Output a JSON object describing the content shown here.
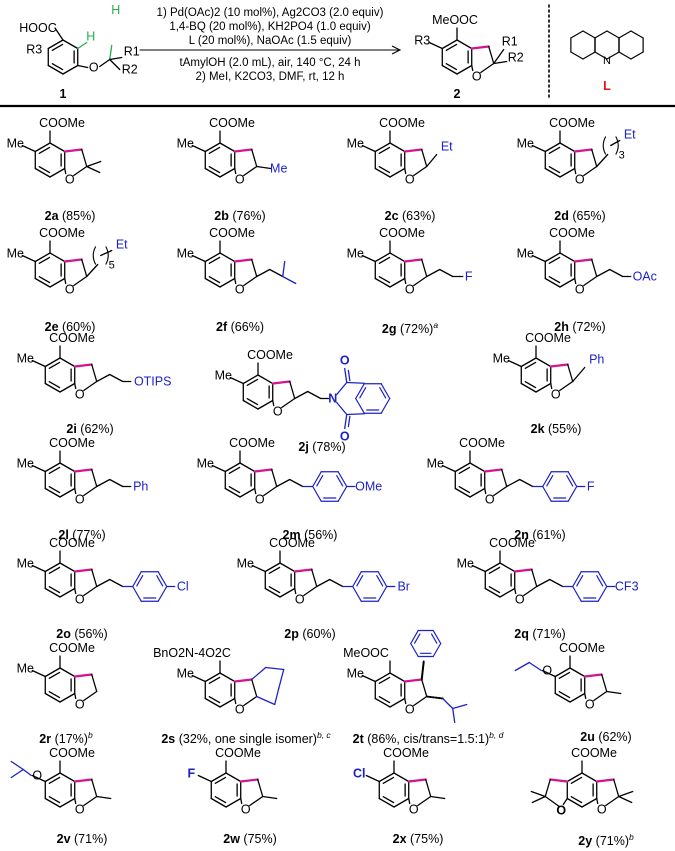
{
  "scheme": {
    "substrate": {
      "groups": [
        "HOOC",
        "H",
        "H",
        "R3",
        "R1",
        "R2",
        "O"
      ],
      "number": "1"
    },
    "product": {
      "groups": [
        "MeOOC",
        "R1",
        "R2",
        "R3",
        "O"
      ],
      "number": "2"
    },
    "ligand": {
      "label": "L",
      "atom": "N"
    },
    "conditions": [
      "1) Pd(OAc)2 (10 mol%), Ag2CO3 (2.0 equiv)",
      "1,4-BQ (20 mol%), KH2PO4 (1.0 equiv)",
      "L (20 mol%), NaOAc (1.5 equiv)",
      "tAmylOH (2.0 mL), air, 140 °C, 24 h",
      "2) MeI, K2CO3, DMF, rt, 12 h"
    ]
  },
  "compounds": [
    {
      "id": "2a",
      "result": "(85%)",
      "note": ""
    },
    {
      "id": "2b",
      "result": "(76%)",
      "note": ""
    },
    {
      "id": "2c",
      "result": "(63%)",
      "note": ""
    },
    {
      "id": "2d",
      "result": "(65%)",
      "note": ""
    },
    {
      "id": "2e",
      "result": "(60%)",
      "note": ""
    },
    {
      "id": "2f",
      "result": "(66%)",
      "note": ""
    },
    {
      "id": "2g",
      "result": "(72%)",
      "note": "a"
    },
    {
      "id": "2h",
      "result": "(72%)",
      "note": ""
    },
    {
      "id": "2i",
      "result": "(62%)",
      "note": ""
    },
    {
      "id": "2j",
      "result": "(78%)",
      "note": ""
    },
    {
      "id": "2k",
      "result": "(55%)",
      "note": ""
    },
    {
      "id": "2l",
      "result": "(77%)",
      "note": ""
    },
    {
      "id": "2m",
      "result": "(56%)",
      "note": ""
    },
    {
      "id": "2n",
      "result": "(61%)",
      "note": ""
    },
    {
      "id": "2o",
      "result": "(56%)",
      "note": ""
    },
    {
      "id": "2p",
      "result": "(60%)",
      "note": ""
    },
    {
      "id": "2q",
      "result": "(71%)",
      "note": ""
    },
    {
      "id": "2r",
      "result": "(17%)",
      "note": "b"
    },
    {
      "id": "2s",
      "result": "(32%, one single isomer)",
      "note": "b, c"
    },
    {
      "id": "2t",
      "result": "(86%, cis/trans=1.5:1)",
      "note": "b, d"
    },
    {
      "id": "2u",
      "result": "(62%)",
      "note": ""
    },
    {
      "id": "2v",
      "result": "(71%)",
      "note": ""
    },
    {
      "id": "2w",
      "result": "(75%)",
      "note": ""
    },
    {
      "id": "2x",
      "result": "(75%)",
      "note": ""
    },
    {
      "id": "2y",
      "result": "(71%)",
      "note": "b"
    }
  ],
  "structure_text": {
    "ester": "COOMe",
    "ester_2s": "BnO2N-4O2C",
    "ester_2t": "MeOOC",
    "me": "Me",
    "o": "O",
    "et": "Et",
    "n3": "3",
    "n5": "5",
    "f": "F",
    "oac": "OAc",
    "otips": "OTIPS",
    "n": "N",
    "ph": "Ph",
    "ome": "OMe",
    "cl": "Cl",
    "br": "Br",
    "cf3": "CF3"
  }
}
